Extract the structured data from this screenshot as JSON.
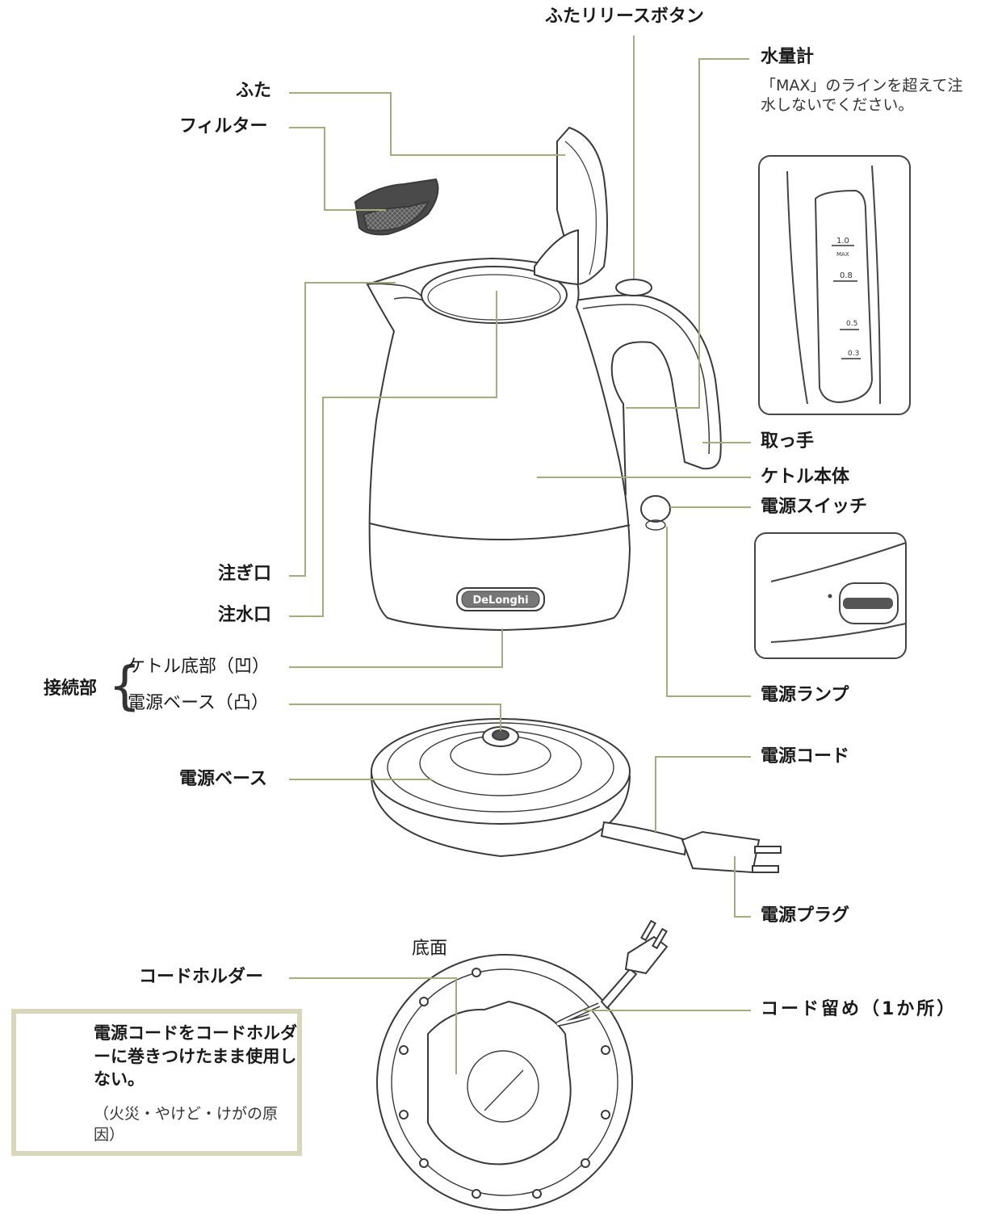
{
  "labels": {
    "lid_release_button": "ふたリリースボタン",
    "water_gauge": "水量計",
    "water_gauge_note": "「MAX」のラインを超えて注水しないでください。",
    "lid": "ふた",
    "filter": "フィルター",
    "handle": "取っ手",
    "kettle_body": "ケトル本体",
    "power_switch": "電源スイッチ",
    "spout": "注ぎ口",
    "water_inlet": "注水口",
    "connection": "接続部",
    "kettle_bottom": "ケトル底部（凹）",
    "base_top": "電源ベース（凸）",
    "power_lamp": "電源ランプ",
    "power_base": "電源ベース",
    "power_cord": "電源コード",
    "power_plug": "電源プラグ",
    "bottom_view": "底面",
    "cord_holder": "コードホルダー",
    "cord_clip": "コード留め（1か所）"
  },
  "gauge_marks": [
    "1.0",
    "MAX",
    "0.8",
    "0.5",
    "0.3"
  ],
  "brand": "DeLonghi",
  "warning": {
    "bold_text": "電源コードをコードホルダーに巻きつけたまま使用しない。",
    "thin_text": "（火災・やけど・けがの原因）",
    "icon": "warning-triangle-icon"
  },
  "colors": {
    "leader": "#a4ab7c",
    "outline": "#3a3a3a",
    "warn_border": "#d8d7bc"
  }
}
